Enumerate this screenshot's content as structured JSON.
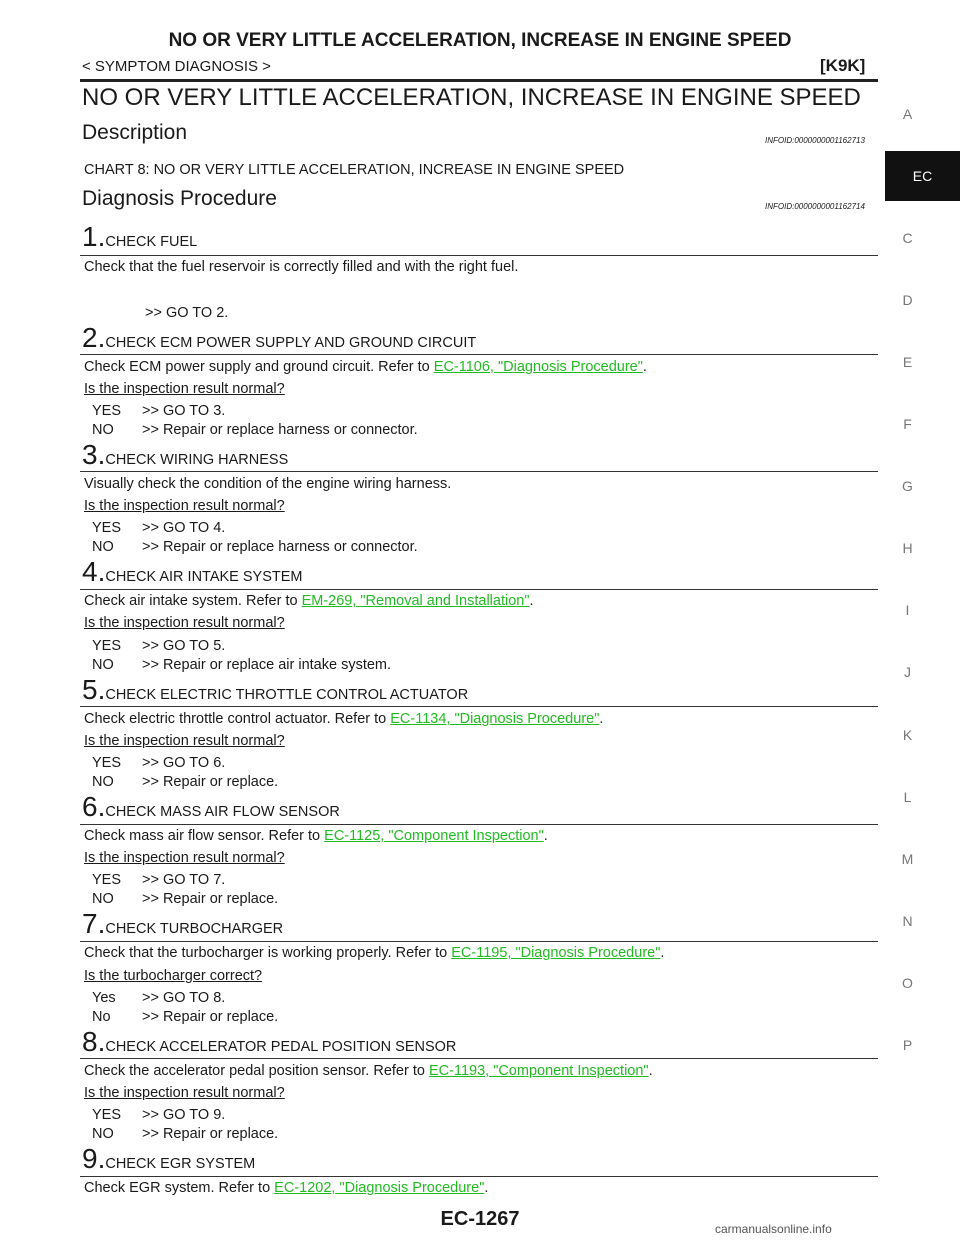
{
  "header": {
    "title": "NO OR VERY LITTLE ACCELERATION, INCREASE IN ENGINE SPEED",
    "breadcrumb": "< SYMPTOM DIAGNOSIS >",
    "code": "[K9K]"
  },
  "main_title": "NO OR VERY LITTLE ACCELERATION, INCREASE IN ENGINE SPEED",
  "description": {
    "heading": "Description",
    "infoid": "INFOID:0000000001162713",
    "text": "CHART 8: NO OR VERY LITTLE ACCELERATION, INCREASE IN ENGINE SPEED"
  },
  "procedure": {
    "heading": "Diagnosis Procedure",
    "infoid": "INFOID:0000000001162714"
  },
  "steps": [
    {
      "num": "1.",
      "title": "CHECK FUEL",
      "body": "Check that the fuel reservoir is correctly filled and with the right fuel.",
      "goto": ">> GO TO 2."
    },
    {
      "num": "2.",
      "title": "CHECK ECM POWER SUPPLY AND GROUND CIRCUIT",
      "body_pre": "Check ECM power supply and ground circuit. Refer to ",
      "link": "EC-1106, \"Diagnosis Procedure\"",
      "body_post": ".",
      "question": "Is the inspection result normal?",
      "yes_label": "YES",
      "yes": ">> GO TO 3.",
      "no_label": "NO",
      "no": ">> Repair or replace harness or connector."
    },
    {
      "num": "3.",
      "title": "CHECK WIRING HARNESS",
      "body": "Visually check the condition of the engine wiring harness.",
      "question": "Is the inspection result normal?",
      "yes_label": "YES",
      "yes": ">> GO TO 4.",
      "no_label": "NO",
      "no": ">> Repair or replace harness or connector."
    },
    {
      "num": "4.",
      "title": "CHECK AIR INTAKE SYSTEM",
      "body_pre": "Check air intake system. Refer to ",
      "link": "EM-269, \"Removal and Installation\"",
      "body_post": ".",
      "question": "Is the inspection result normal?",
      "yes_label": "YES",
      "yes": ">> GO TO 5.",
      "no_label": "NO",
      "no": ">> Repair or replace air intake system."
    },
    {
      "num": "5.",
      "title": "CHECK ELECTRIC THROTTLE CONTROL ACTUATOR",
      "body_pre": "Check electric throttle control actuator. Refer to ",
      "link": "EC-1134, \"Diagnosis Procedure\"",
      "body_post": ".",
      "question": "Is the inspection result normal?",
      "yes_label": "YES",
      "yes": ">> GO TO 6.",
      "no_label": "NO",
      "no": ">> Repair or replace."
    },
    {
      "num": "6.",
      "title": "CHECK MASS AIR FLOW SENSOR",
      "body_pre": "Check mass air flow sensor. Refer to ",
      "link": "EC-1125, \"Component Inspection\"",
      "body_post": ".",
      "question": "Is the inspection result normal?",
      "yes_label": "YES",
      "yes": ">> GO TO 7.",
      "no_label": "NO",
      "no": ">> Repair or replace."
    },
    {
      "num": "7.",
      "title": "CHECK TURBOCHARGER",
      "body_pre": "Check that the turbocharger is working properly. Refer to ",
      "link": "EC-1195, \"Diagnosis Procedure\"",
      "body_post": ".",
      "question": "Is the turbocharger correct?",
      "yes_label": "Yes",
      "yes": ">> GO TO 8.",
      "no_label": "No",
      "no": ">> Repair or replace."
    },
    {
      "num": "8.",
      "title": "CHECK ACCELERATOR PEDAL POSITION SENSOR",
      "body_pre": "Check the accelerator pedal position sensor. Refer to ",
      "link": "EC-1193, \"Component Inspection\"",
      "body_post": ".",
      "question": "Is the inspection result normal?",
      "yes_label": "YES",
      "yes": ">> GO TO 9.",
      "no_label": "NO",
      "no": ">> Repair or replace."
    },
    {
      "num": "9.",
      "title": "CHECK EGR SYSTEM",
      "body_pre": "Check EGR system. Refer to ",
      "link": "EC-1202, \"Diagnosis Procedure\"",
      "body_post": "."
    }
  ],
  "side_tabs": [
    "A",
    "EC",
    "C",
    "D",
    "E",
    "F",
    "G",
    "H",
    "I",
    "J",
    "K",
    "L",
    "M",
    "N",
    "O",
    "P"
  ],
  "active_tab": "EC",
  "footer": "EC-1267",
  "watermark": "carmanualsonline.info"
}
